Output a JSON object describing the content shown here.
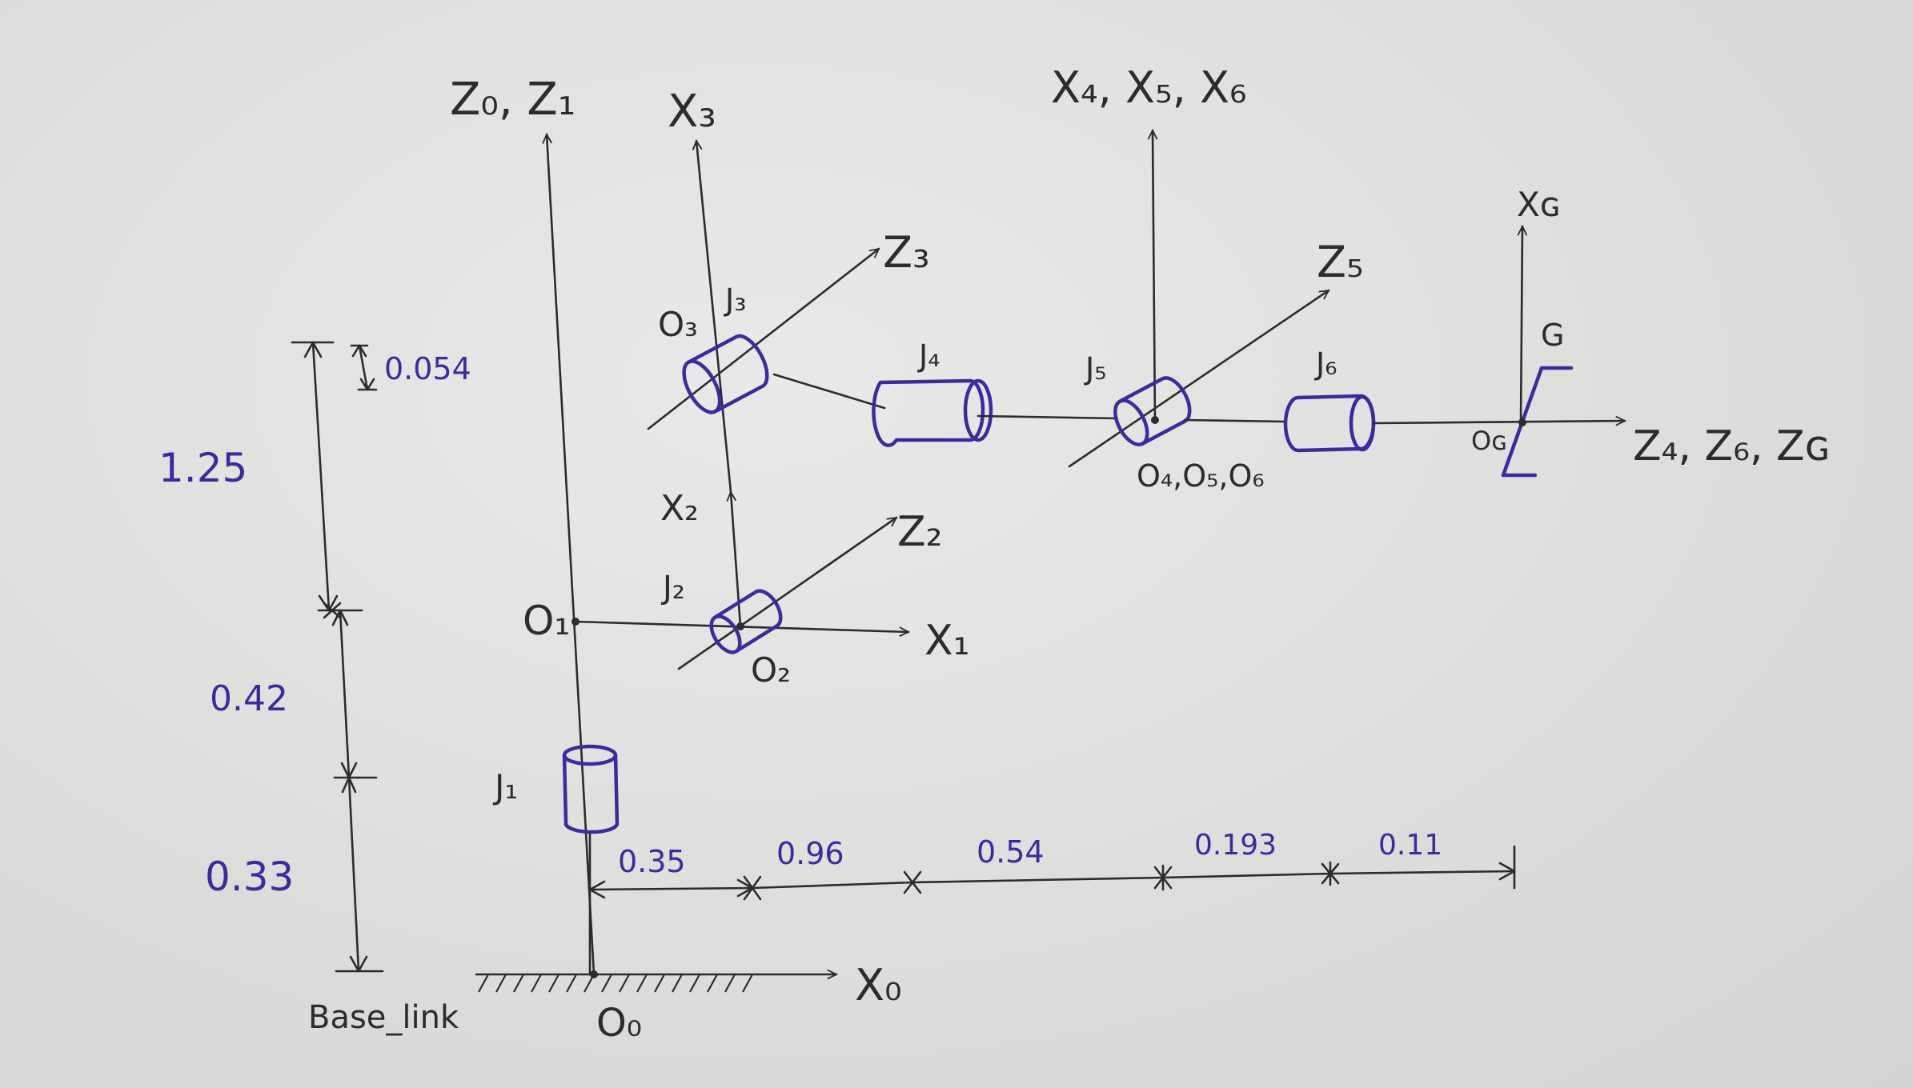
{
  "axes": {
    "z0_z1": "Z₀, Z₁",
    "x0": "X₀",
    "x1": "X₁",
    "x2": "X₂",
    "z2": "Z₂",
    "x3": "X₃",
    "z3": "Z₃",
    "x4_x5_x6": "X₄, X₅, X₆",
    "z5": "Z₅",
    "xg": "Xɢ",
    "z4_z6_zg": "Z₄, Z₆, Zɢ"
  },
  "origins": {
    "o0": "O₀",
    "o1": "O₁",
    "o2": "O₂",
    "o3": "O₃",
    "o4_o5_o6": "O₄,O₅,O₆",
    "og": "Oɢ"
  },
  "joints": {
    "j1": "J₁",
    "j2": "J₂",
    "j3": "J₃",
    "j4": "J₄",
    "j5": "J₅",
    "j6": "J₆",
    "g": "G"
  },
  "base_label": "Base_link",
  "vertical_dims": {
    "d_054": "0.054",
    "d_125": "1.25",
    "d_042": "0.42",
    "d_033": "0.33"
  },
  "horizontal_dims": {
    "d_035": "0.35",
    "d_096": "0.96",
    "d_054": "0.54",
    "d_0193": "0.193",
    "d_011": "0.11"
  },
  "colors": {
    "ink": "#2b2b30",
    "blue_ink": "#3a2ca0",
    "paper": "#e4e4e2"
  }
}
